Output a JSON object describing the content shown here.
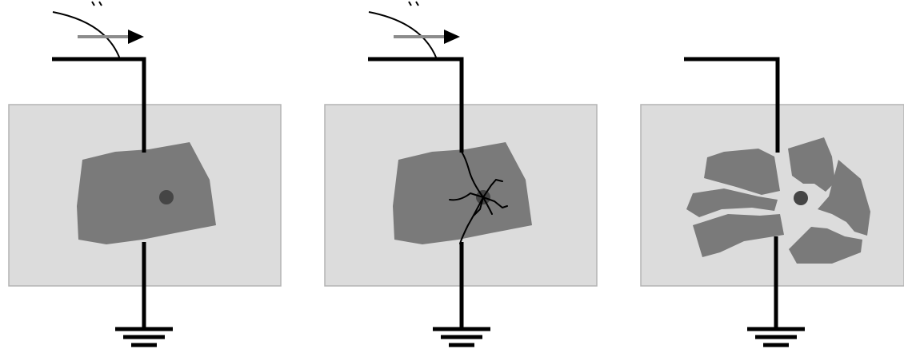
{
  "diagram": {
    "panels": [
      {
        "id": "stage-1",
        "has_pulse_arrow": true,
        "state": "intact-inclusion"
      },
      {
        "id": "stage-2",
        "has_pulse_arrow": true,
        "state": "cracks-from-inclusion"
      },
      {
        "id": "stage-3",
        "has_pulse_arrow": false,
        "state": "fragmented"
      }
    ]
  },
  "colors": {
    "background": "#ffffff",
    "block_fill": "#dcdcdc",
    "block_stroke": "#b4b4b4",
    "rock_fill": "#7a7a7a",
    "inclusion_fill": "#454545",
    "wire": "#000000",
    "arrow_shaft": "#8c8c8c",
    "crack_gap": "#dcdcdc"
  }
}
